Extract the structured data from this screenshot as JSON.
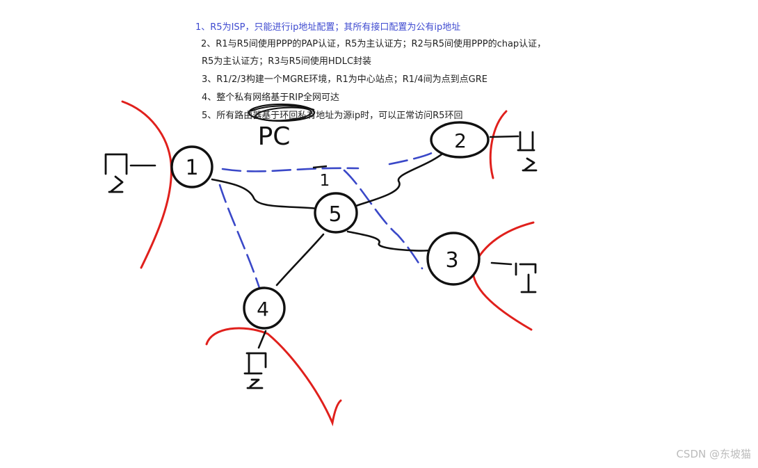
{
  "requirements": {
    "r1": "1、R5为ISP，只能进行ip地址配置；其所有接口配置为公有ip地址",
    "r2a": "2、R1与R5间使用PPP的PAP认证，R5为主认证方；R2与R5间使用PPP的chap认证，",
    "r2b": "R5为主认证方；R3与R5间使用HDLC封装",
    "r3": "3、R1/2/3构建一个MGRE环境，R1为中心站点；R1/4间为点到点GRE",
    "r4": "4、整个私有网络基于RIP全网可达",
    "r5": "5、所有路由器基于环回私有地址为源ip时，可以正常访问R5环回"
  },
  "routers": [
    {
      "id": "r1",
      "label": "1"
    },
    {
      "id": "r2",
      "label": "2"
    },
    {
      "id": "r3",
      "label": "3"
    },
    {
      "id": "r4",
      "label": "4"
    },
    {
      "id": "r5",
      "label": "5"
    }
  ],
  "annotations": {
    "pc": "PC",
    "tunnel_label": "1"
  },
  "watermark": "CSDN @东坡猫",
  "colors": {
    "ink": "#111111",
    "physical_link": "#111111",
    "tunnel": "#3a48c8",
    "lan_boundary": "#e0201c",
    "note_highlight": "#3f4bd0"
  }
}
